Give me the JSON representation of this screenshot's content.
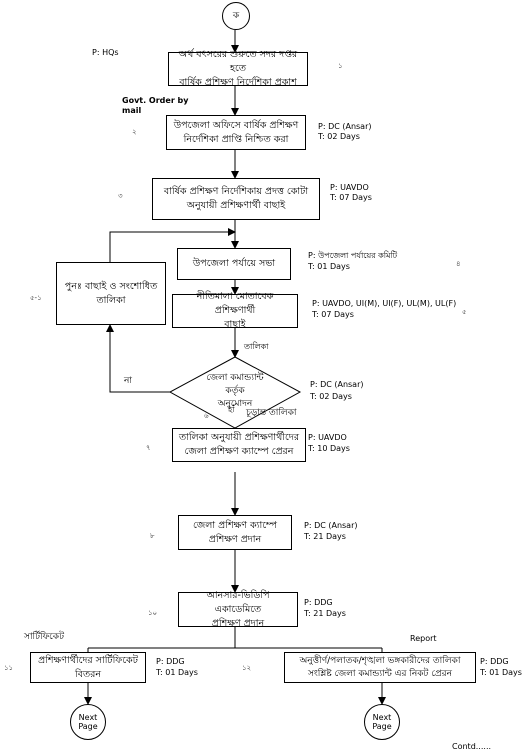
{
  "start_label": "ক",
  "steps": [
    {
      "text": "অর্থ বৎসরের শুরুতে সদর দপ্তর হতে\nবার্ষিক প্রশিক্ষণ নির্দেশিকা প্রকাশ",
      "num": "১"
    },
    {
      "text": "উপজেলা অফিসে বার্ষিক প্রশিক্ষণ\nনির্দেশিকা প্রাপ্তি নিশ্চিত করা",
      "num": "২",
      "responsible": "P: DC (Ansar)",
      "time": "T: 02 Days"
    },
    {
      "text": "বার্ষিক প্রশিক্ষণ নির্দেশিকায় প্রদত্ত কোটা\nঅনুযায়ী প্রশিক্ষণার্থী বাছাই",
      "num": "৩",
      "responsible": "P: UAVDO",
      "time": "T: 07 Days"
    },
    {
      "text": "উপজেলা পর্যায়ে সভা",
      "num": "৪",
      "responsible": "P: উপজেলা পর্যায়ের কমিটি",
      "time": "T: 01 Days"
    },
    {
      "text": "নীতিমালা মোতাবেক প্রশিক্ষণার্থী\nবাছাই",
      "num": "৫",
      "responsible": "P: UAVDO, UI(M), UI(F), UL(M), UL(F)",
      "time": "T: 07 Days"
    },
    {
      "text": "তালিকা অনুযায়ী প্রশিক্ষণার্থীদের\nজেলা প্রশিক্ষণ ক্যাম্পে প্রেরন",
      "num": "৭",
      "responsible": "P: UAVDO",
      "time": "T: 10 Days"
    },
    {
      "text": "জেলা প্রশিক্ষণ ক্যাম্পে\nপ্রশিক্ষণ প্রদান",
      "num": "৮",
      "responsible": "P: DC (Ansar)",
      "time": "T: 21 Days"
    },
    {
      "text": "আনসার-ভিডিপি একাডেমিতে\nপ্রশিক্ষণ প্রদান",
      "num": "১০",
      "responsible": "P: DDG",
      "time": "T: 21 Days"
    }
  ],
  "hq_label": "P: HQs",
  "govt_order_label": "Govt. Order by\nmail",
  "reselect_box": {
    "text": "পুনঃ বাছাই ও সংশোধিত\nতালিকা",
    "num": "৫-১"
  },
  "list_label": "তালিকা",
  "decision": {
    "text": "জেলা কমান্ড্যান্ট\nকর্তৃক\nঅনুমোদন",
    "no_label": "না",
    "yes_label": "হাঁ",
    "final_list_label": "চূড়ান্ত তালিকা",
    "num": "৬",
    "responsible": "P: DC (Ansar)",
    "time": "T: 02 Days"
  },
  "left_branch": {
    "header": "সার্টিফিকেট",
    "text": "প্রশিক্ষণার্থীদের সার্টিফিকেট\nবিতরন",
    "num": "১১",
    "responsible": "P: DDG",
    "time": "T: 01 Days",
    "connector": "Next\nPage"
  },
  "right_branch": {
    "header": "Report",
    "text": "অনুত্তীর্ণ/পলাতক/শৃঙ্খলা ভঙ্গকারীদের তালিকা\nসংশ্লিষ্ট জেলা কমান্ড্যান্ট এর নিকট প্রেরন",
    "num": "১২",
    "responsible": "P: DDG",
    "time": "T: 01 Days",
    "connector": "Next\nPage"
  },
  "footer": "Contd......"
}
